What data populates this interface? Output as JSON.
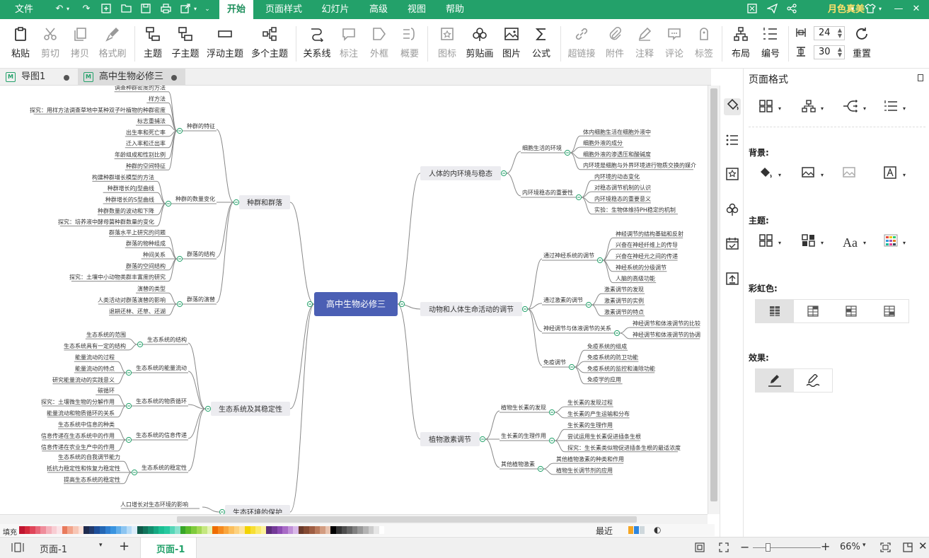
{
  "colors": {
    "brand": "#23a16a",
    "root": "#4b5fb4",
    "branch_line": "#888888",
    "accent_user": "#ffe06b"
  },
  "menu": {
    "file": "文件",
    "tabs": [
      "开始",
      "页面样式",
      "幻灯片",
      "高级",
      "视图",
      "帮助"
    ],
    "active_tab": "开始",
    "user": "月色真美"
  },
  "ribbon": {
    "paste": "粘贴",
    "cut": "剪切",
    "copy": "拷贝",
    "format_painter": "格式刷",
    "topic": "主题",
    "subtopic": "子主题",
    "floating_topic": "浮动主题",
    "multi_topic": "多个主题",
    "relation": "关系线",
    "callout": "标注",
    "boundary": "外框",
    "summary": "概要",
    "icon": "图标",
    "clipart": "剪贴画",
    "picture": "图片",
    "formula": "公式",
    "hyperlink": "超链接",
    "attachment": "附件",
    "note": "注释",
    "comment": "评论",
    "tag": "标签",
    "layout": "布局",
    "numbering": "编号",
    "spacing_h": "24",
    "spacing_v": "30",
    "reset": "重置"
  },
  "doc_tabs": [
    "导图1",
    "高中生物必修三"
  ],
  "mindmap": {
    "root": "高中生物必修三",
    "left": [
      {
        "title": "种群和群落",
        "children": [
          {
            "title": "种群的特征",
            "leaves": [
              "调查种群密度的方法",
              "样方法",
              "探究：用样方法调查草地中某种双子叶植物的种群密度",
              "标志重捕法",
              "出生率和死亡率",
              "迁入率和迁出率",
              "年龄组成和性别比例",
              "种群的空间特征"
            ]
          },
          {
            "title": "种群的数量变化",
            "leaves": [
              "构建种群增长模型的方法",
              "种群增长的J型曲线",
              "种群增长的S型曲线",
              "种群数量的波动和下降",
              "探究：培养液中酵母菌种群数量的变化"
            ]
          },
          {
            "title": "群落的结构",
            "leaves": [
              "群落水平上研究的问题",
              "群落的物种组成",
              "种间关系",
              "群落的空间结构",
              "探究：土壤中小动物类群丰富度的研究"
            ]
          },
          {
            "title": "群落的演替",
            "leaves": [
              "演替的类型",
              "人类活动对群落演替的影响",
              "退耕还林、还草、还湖"
            ]
          }
        ]
      },
      {
        "title": "生态系统及其稳定性",
        "children": [
          {
            "title": "生态系统的结构",
            "leaves": [
              "生态系统的范围",
              "生态系统具有一定的结构"
            ]
          },
          {
            "title": "生态系统的能量流动",
            "leaves": [
              "能量流动的过程",
              "能量流动的特点",
              "研究能量流动的实践意义"
            ]
          },
          {
            "title": "生态系统的物质循环",
            "leaves": [
              "碳循环",
              "探究：土壤微生物的分解作用",
              "能量流动和物质循环的关系"
            ]
          },
          {
            "title": "生态系统的信息传递",
            "leaves": [
              "生态系统中信息的种类",
              "信息传递在生态系统中的作用",
              "信息传递在农业生产中的作用"
            ]
          },
          {
            "title": "生态系统的稳定性",
            "leaves": [
              "生态系统的自我调节能力",
              "抵抗力稳定性和恢复力稳定性",
              "提高生态系统的稳定性"
            ]
          }
        ]
      },
      {
        "title": "生态环境的保护",
        "children": [
          {
            "title": "",
            "leaves": [
              "人口增长对生态环境的影响"
            ]
          }
        ]
      }
    ],
    "right": [
      {
        "title": "人体的内环境与稳态",
        "children": [
          {
            "title": "细胞生活的环境",
            "leaves": [
              "体内细胞生活在细胞外液中",
              "细胞外液的成分",
              "细胞外液的渗透压和酸碱度",
              "内环境是细胞与外界环境进行物质交换的媒介"
            ]
          },
          {
            "title": "内环境稳态的重要性",
            "leaves": [
              "内环境的动态变化",
              "对稳态调节机制的认识",
              "内环境稳态的重要意义",
              "实验：生物体维持PH稳定的机制"
            ]
          }
        ]
      },
      {
        "title": "动物和人体生命活动的调节",
        "children": [
          {
            "title": "通过神经系统的调节",
            "leaves": [
              "神经调节的结构基础和反射",
              "兴奋在神经纤维上的传导",
              "兴奋在神经元之间的传递",
              "神经系统的分级调节",
              "人脑的高级功能"
            ]
          },
          {
            "title": "通过激素的调节",
            "leaves": [
              "激素调节的发现",
              "激素调节的实例",
              "激素调节的特点"
            ]
          },
          {
            "title": "神经调节与体液调节的关系",
            "leaves": [
              "神经调节和体液调节的比较",
              "神经调节和体液调节的协调"
            ]
          },
          {
            "title": "免疫调节",
            "leaves": [
              "免疫系统的组成",
              "免疫系统的防卫功能",
              "免疫系统的监控和清除功能",
              "免疫学的应用"
            ]
          }
        ]
      },
      {
        "title": "植物激素调节",
        "children": [
          {
            "title": "植物生长素的发现",
            "leaves": [
              "生长素的发现过程",
              "生长素的产生运输和分布"
            ]
          },
          {
            "title": "生长素的生理作用",
            "leaves": [
              "生长素的生理作用",
              "尝试运用生长素促进插条生根",
              "探究：生长素类似物促进插条生根的最适浓度"
            ]
          },
          {
            "title": "其他植物激素",
            "leaves": [
              "其他植物激素的种类和作用",
              "植物生长调节剂的应用"
            ]
          }
        ]
      }
    ]
  },
  "colorbar": {
    "fill_label": "填充",
    "recent_label": "最近"
  },
  "status": {
    "page_select": "页面-1",
    "page_tab": "页面-1",
    "zoom": "66%"
  },
  "panel": {
    "title": "页面格式",
    "background": "背景:",
    "theme": "主题:",
    "rainbow": "彩虹色:",
    "effect": "效果:"
  }
}
